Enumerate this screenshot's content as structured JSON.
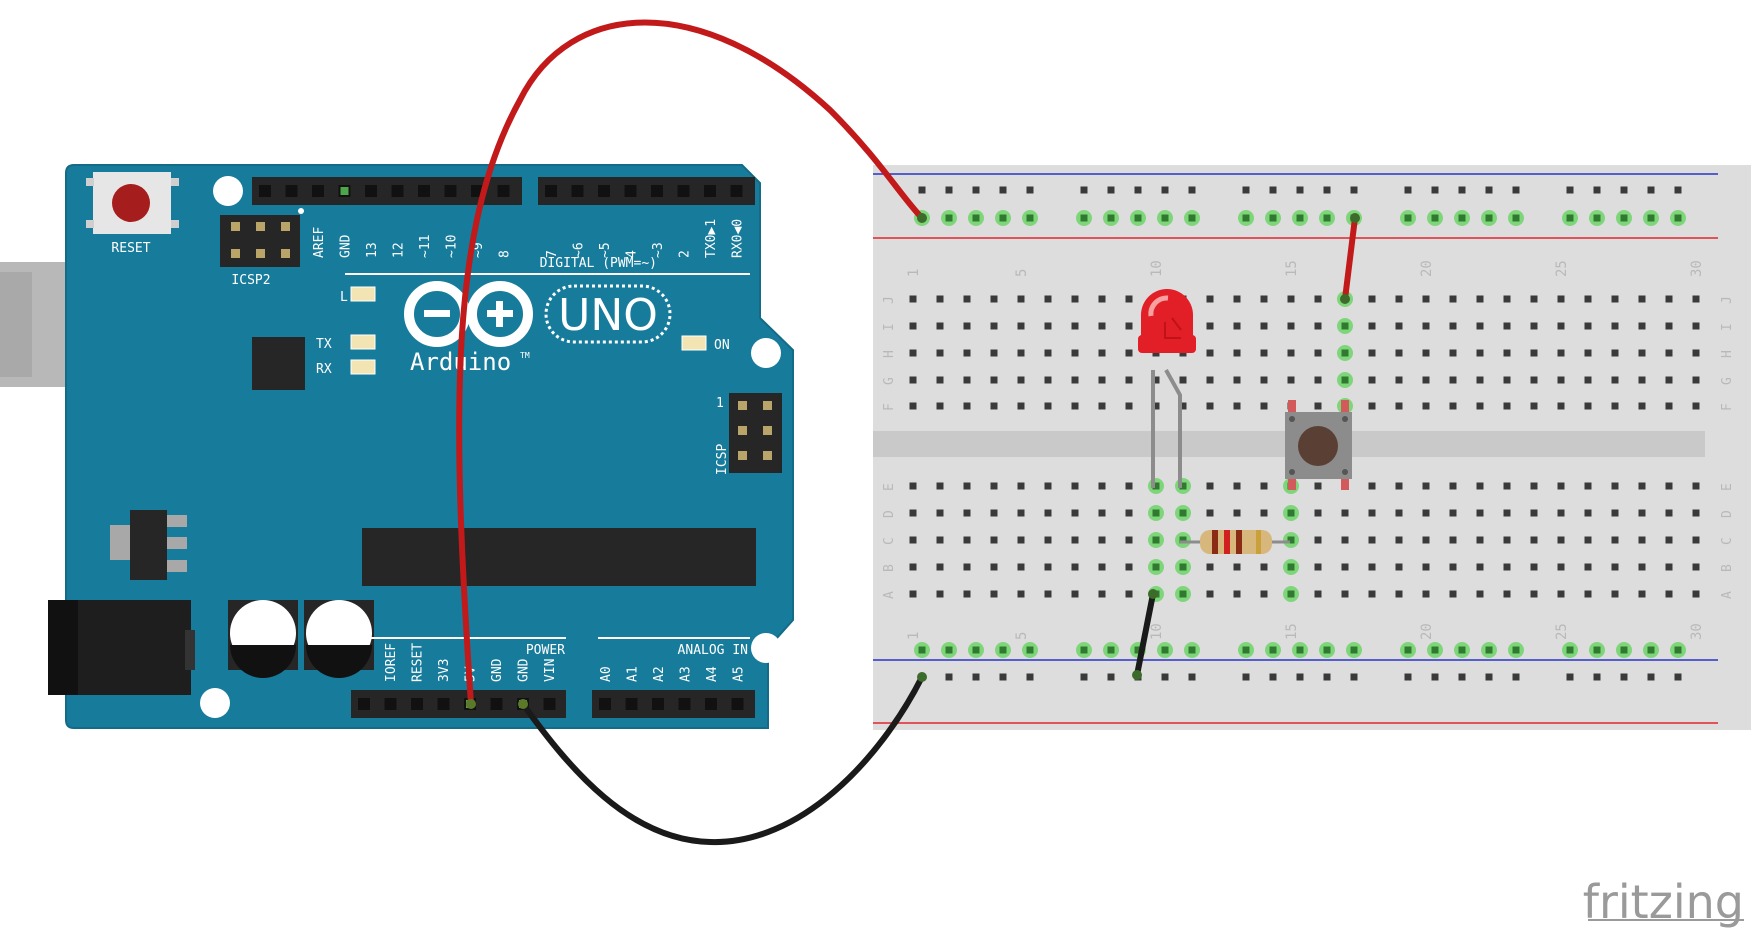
{
  "arduino": {
    "reset_label": "RESET",
    "icsp2_label": "ICSP2",
    "icsp_label": "ICSP",
    "icsp_pin1": "1",
    "digital_label": "DIGITAL (PWM=~)",
    "power_label": "POWER",
    "analog_label": "ANALOG IN",
    "uno_label": "UNO",
    "brand_label": "Arduino",
    "tm": "TM",
    "led_l": "L",
    "led_tx": "TX",
    "led_rx": "RX",
    "led_on": "ON",
    "top_pins_left": [
      "AREF",
      "GND",
      "13",
      "12",
      "~11",
      "~10",
      "~9",
      "8"
    ],
    "top_pins_right": [
      "7",
      "~6",
      "~5",
      "4",
      "~3",
      "2",
      "TX0▶1",
      "RX0◀0"
    ],
    "power_pins": [
      "IOREF",
      "RESET",
      "3V3",
      "5V",
      "GND",
      "GND",
      "VIN"
    ],
    "analog_pins": [
      "A0",
      "A1",
      "A2",
      "A3",
      "A4",
      "A5"
    ]
  },
  "breadboard": {
    "column_numbers": [
      "1",
      "5",
      "10",
      "15",
      "20",
      "25",
      "30"
    ],
    "rows_top": [
      "J",
      "I",
      "H",
      "G",
      "F"
    ],
    "rows_bottom": [
      "E",
      "D",
      "C",
      "B",
      "A"
    ]
  },
  "footer": {
    "brand": "fritzing"
  },
  "colors": {
    "board": "#177b9b",
    "board_edge": "#136b88",
    "header": "#262626",
    "wire_red": "#c21a1a",
    "wire_black": "#1a1a1a",
    "breadboard": "#dddddd",
    "rail_red": "#e0262e",
    "rail_blue": "#2a33c8",
    "hole_active": "#5ec85a",
    "led_red": "#e21e26"
  }
}
